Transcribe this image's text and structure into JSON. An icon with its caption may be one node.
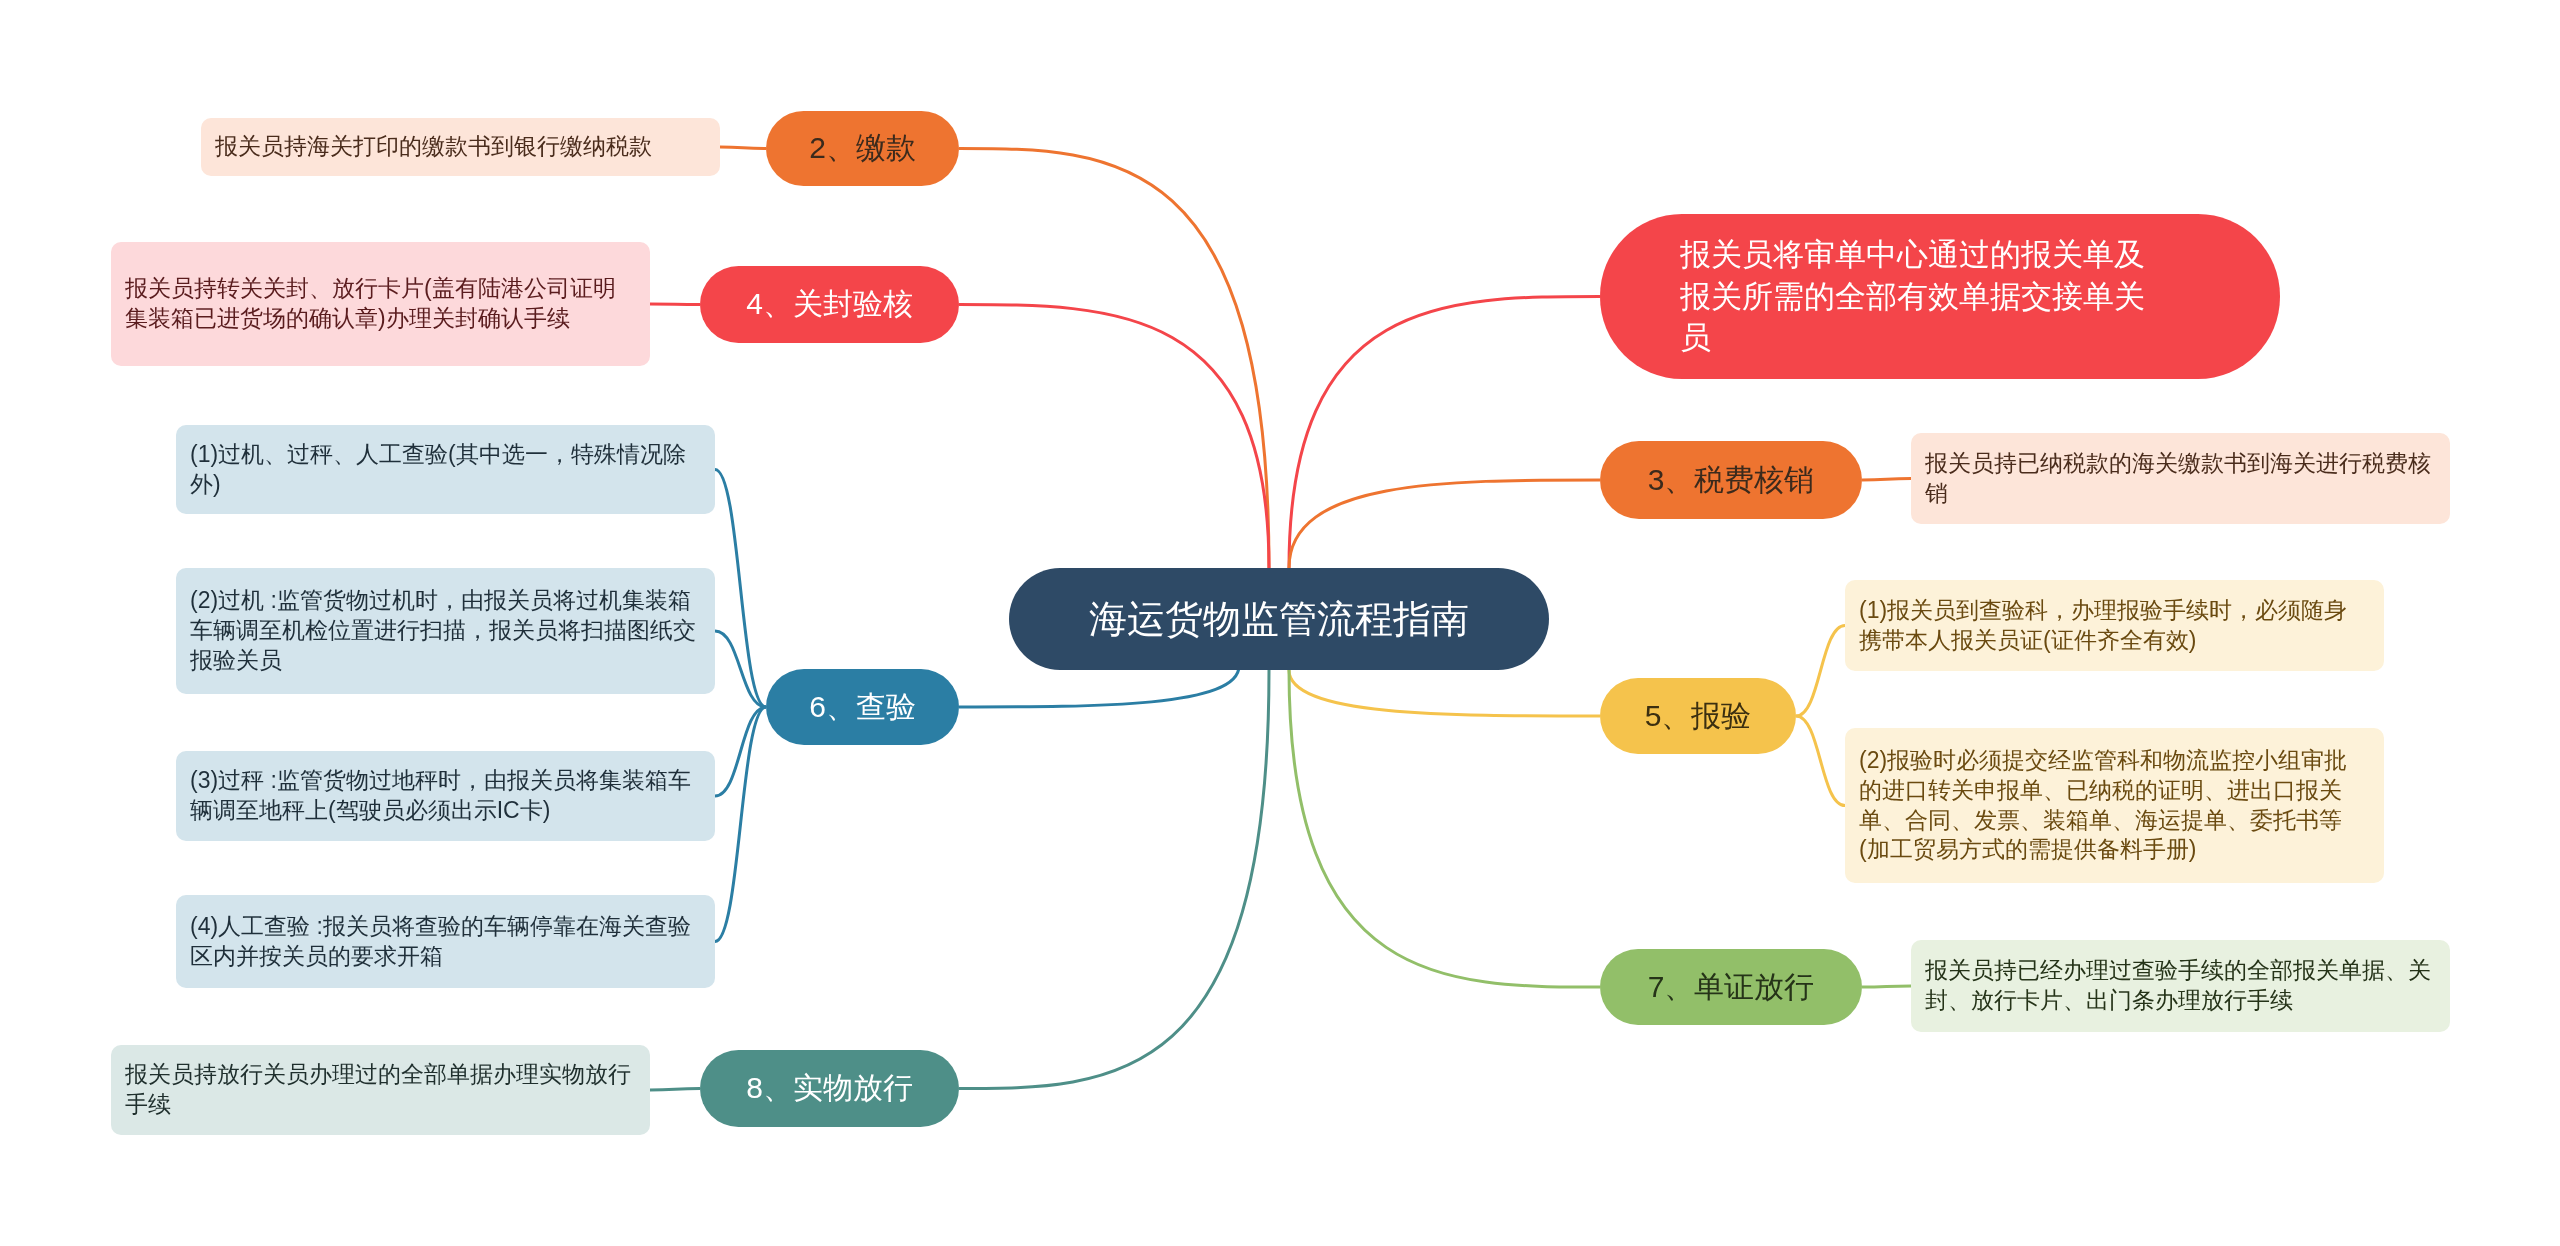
{
  "diagram": {
    "nodes": [
      {
        "text": [
          "海运货物监管流程指南"
        ]
      },
      {
        "text": [
          "报关员将审单中心通过的报关单及报关所需的全部有效单据交接单关员"
        ]
      },
      {
        "text": [
          "2、缴款"
        ]
      },
      {
        "text": [
          "报关员持海关打印的缴款书到银行缴纳税款"
        ]
      },
      {
        "text": [
          "3、税费核销"
        ]
      },
      {
        "text": [
          "报关员持已纳税款的海关缴款书到海关进行税费核销"
        ]
      },
      {
        "text": [
          "4、关封验核"
        ]
      },
      {
        "text": [
          "报关员持转关关封、放行卡片(盖有陆港公司证明集装箱已进货场的确认章)办理关封确认手续"
        ]
      },
      {
        "text": [
          "5、报验"
        ]
      },
      {
        "text": [
          "(1)报关员到查验科，办理报验手续时，必须随身携带本人报关员证(证件齐全有效)"
        ]
      },
      {
        "text": [
          "(2)报验时必须提交经监管科和物流监控小组审批的进口转关申报单、已纳税的证明、进出口报关单、合同、发票、装箱单、海运提单、委托书等(加工贸易方式的需提供备料手册)"
        ]
      },
      {
        "text": [
          "6、查验"
        ]
      },
      {
        "text": [
          "(1)过机、过秤、人工查验(其中选一，特殊情况除外)"
        ]
      },
      {
        "text": [
          "(2)过机 :监管货物过机时，由报关员将过机集装箱车辆调至机检位置进行扫描，报关员将扫描图纸交报验关员"
        ]
      },
      {
        "text": [
          "(3)过秤 :监管货物过地秤时，由报关员将集装箱车辆调至地秤上(驾驶员必须出示IC卡)"
        ]
      },
      {
        "text": [
          "(4)人工查验 :报关员将查验的车辆停靠在海关查验区内并按关员的要求开箱"
        ]
      },
      {
        "text": [
          "7、单证放行"
        ]
      },
      {
        "text": [
          "报关员持已经办理过查验手续的全部报关单据、关封、放行卡片、出门条办理放行手续"
        ]
      },
      {
        "text": [
          "8、实物放行"
        ]
      },
      {
        "text": [
          "报关员持放行关员办理过的全部单据办理实物放行手续"
        ]
      }
    ],
    "edges": [
      {
        "from": 0,
        "to": 1,
        "arrow": "none",
        "color": "#f4454a"
      },
      {
        "from": 0,
        "to": 2,
        "arrow": "none",
        "color": "#ee7430"
      },
      {
        "from": 2,
        "to": 3,
        "arrow": "none",
        "color": "#ee7430"
      },
      {
        "from": 0,
        "to": 4,
        "arrow": "none",
        "color": "#ee7430"
      },
      {
        "from": 4,
        "to": 5,
        "arrow": "none",
        "color": "#ee7430"
      },
      {
        "from": 0,
        "to": 6,
        "arrow": "none",
        "color": "#f4454a"
      },
      {
        "from": 6,
        "to": 7,
        "arrow": "none",
        "color": "#f4454a"
      },
      {
        "from": 0,
        "to": 8,
        "arrow": "none",
        "color": "#f5c34c"
      },
      {
        "from": 8,
        "to": 9,
        "arrow": "none",
        "color": "#f5c34c"
      },
      {
        "from": 8,
        "to": 10,
        "arrow": "none",
        "color": "#f5c34c"
      },
      {
        "from": 0,
        "to": 11,
        "arrow": "none",
        "color": "#2b7ea4"
      },
      {
        "from": 11,
        "to": 12,
        "arrow": "none",
        "color": "#2b7ea4"
      },
      {
        "from": 11,
        "to": 13,
        "arrow": "none",
        "color": "#2b7ea4"
      },
      {
        "from": 11,
        "to": 14,
        "arrow": "none",
        "color": "#2b7ea4"
      },
      {
        "from": 11,
        "to": 15,
        "arrow": "none",
        "color": "#2b7ea4"
      },
      {
        "from": 0,
        "to": 16,
        "arrow": "none",
        "color": "#92bf69"
      },
      {
        "from": 16,
        "to": 17,
        "arrow": "none",
        "color": "#92bf69"
      },
      {
        "from": 0,
        "to": 18,
        "arrow": "none",
        "color": "#4e8f88"
      },
      {
        "from": 18,
        "to": 19,
        "arrow": "none",
        "color": "#4e8f88"
      }
    ]
  }
}
